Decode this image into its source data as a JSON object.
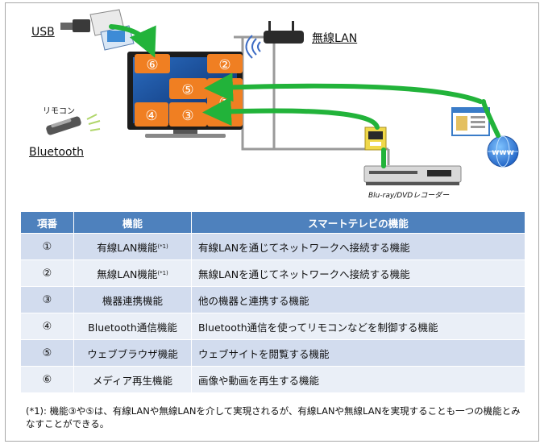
{
  "labels": {
    "usb": "USB",
    "wireless_lan": "無線LAN",
    "remote": "リモコン",
    "bluetooth": "Bluetooth",
    "recorder": "Blu-ray/DVDレコーダー",
    "www": "www"
  },
  "tv_tiles": [
    "⑥",
    "②",
    "⑤",
    "①",
    "④",
    "③"
  ],
  "table": {
    "headers": [
      "項番",
      "機能",
      "スマートテレビの機能"
    ],
    "rows": [
      {
        "num": "①",
        "func": "有線LAN機能",
        "note": "(*1)",
        "desc": "有線LANを通じてネットワークへ接続する機能"
      },
      {
        "num": "②",
        "func": "無線LAN機能",
        "note": "(*1)",
        "desc": "無線LANを通じてネットワークへ接続する機能"
      },
      {
        "num": "③",
        "func": "機器連携機能",
        "note": "",
        "desc": "他の機器と連携する機能"
      },
      {
        "num": "④",
        "func": "Bluetooth通信機能",
        "note": "",
        "desc": "Bluetooth通信を使ってリモコンなどを制御する機能"
      },
      {
        "num": "⑤",
        "func": "ウェブブラウザ機能",
        "note": "",
        "desc": "ウェブサイトを閲覧する機能"
      },
      {
        "num": "⑥",
        "func": "メディア再生機能",
        "note": "",
        "desc": "画像や動画を再生する機能"
      }
    ]
  },
  "footnote": "(*1): 機能③や⑤は、有線LANや無線LANを介して実現されるが、有線LANや無線LANを実現することも一つの機能とみなすことができる。",
  "colors": {
    "tile": "#f07f22",
    "arrow": "#22b33a",
    "header": "#4e81bd",
    "row_odd": "#d2dcee",
    "row_even": "#eaeff7"
  }
}
